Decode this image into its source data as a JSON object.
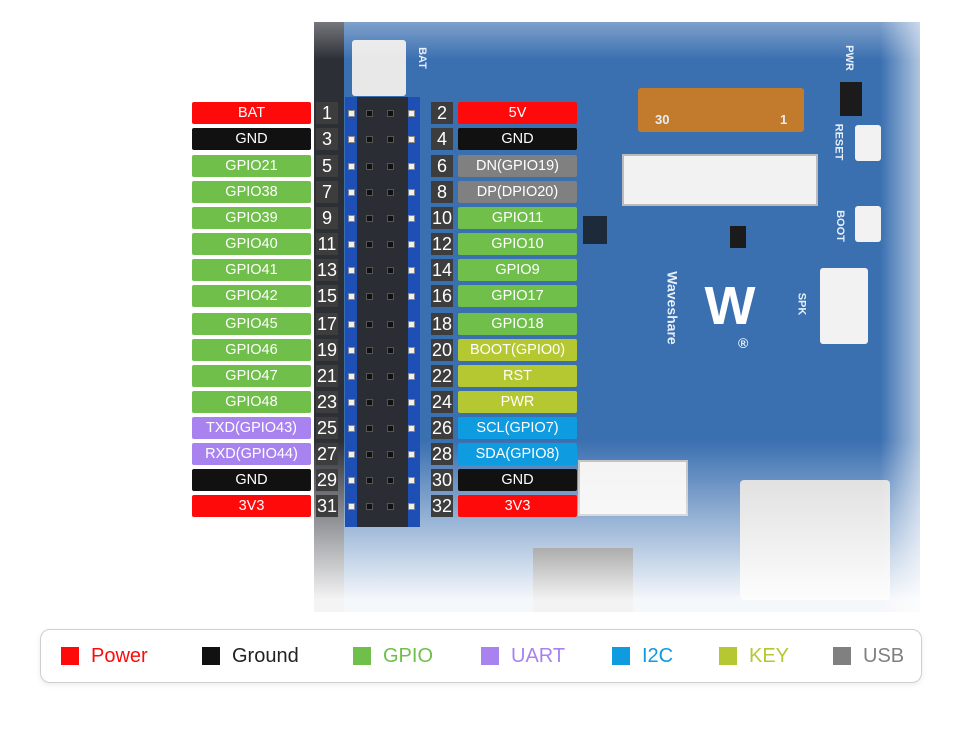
{
  "colors": {
    "power": "#ff0a0a",
    "ground": "#111111",
    "gpio": "#6fbf4a",
    "uart": "#a883f0",
    "i2c": "#0e9be0",
    "key": "#b5c832",
    "usb": "#808080"
  },
  "board": {
    "bat_label": "BAT",
    "pwr_label": "PWR",
    "reset_label": "RESET",
    "boot_label": "BOOT",
    "spk_label": "SPK",
    "brand": "Waveshare",
    "fpc_left": "30",
    "fpc_right": "1",
    "logo_mark": "®"
  },
  "pins": [
    {
      "num": "1",
      "label": "BAT",
      "type": "power",
      "side": "left"
    },
    {
      "num": "2",
      "label": "5V",
      "type": "power",
      "side": "right"
    },
    {
      "num": "3",
      "label": "GND",
      "type": "ground",
      "side": "left"
    },
    {
      "num": "4",
      "label": "GND",
      "type": "ground",
      "side": "right"
    },
    {
      "num": "5",
      "label": "GPIO21",
      "type": "gpio",
      "side": "left"
    },
    {
      "num": "6",
      "label": "DN(GPIO19)",
      "type": "usb",
      "side": "right"
    },
    {
      "num": "7",
      "label": "GPIO38",
      "type": "gpio",
      "side": "left"
    },
    {
      "num": "8",
      "label": "DP(DPIO20)",
      "type": "usb",
      "side": "right"
    },
    {
      "num": "9",
      "label": "GPIO39",
      "type": "gpio",
      "side": "left"
    },
    {
      "num": "10",
      "label": "GPIO11",
      "type": "gpio",
      "side": "right"
    },
    {
      "num": "11",
      "label": "GPIO40",
      "type": "gpio",
      "side": "left"
    },
    {
      "num": "12",
      "label": "GPIO10",
      "type": "gpio",
      "side": "right"
    },
    {
      "num": "13",
      "label": "GPIO41",
      "type": "gpio",
      "side": "left"
    },
    {
      "num": "14",
      "label": "GPIO9",
      "type": "gpio",
      "side": "right"
    },
    {
      "num": "15",
      "label": "GPIO42",
      "type": "gpio",
      "side": "left"
    },
    {
      "num": "16",
      "label": "GPIO17",
      "type": "gpio",
      "side": "right"
    },
    {
      "num": "17",
      "label": "GPIO45",
      "type": "gpio",
      "side": "left"
    },
    {
      "num": "18",
      "label": "GPIO18",
      "type": "gpio",
      "side": "right"
    },
    {
      "num": "19",
      "label": "GPIO46",
      "type": "gpio",
      "side": "left"
    },
    {
      "num": "20",
      "label": "BOOT(GPIO0)",
      "type": "key",
      "side": "right"
    },
    {
      "num": "21",
      "label": "GPIO47",
      "type": "gpio",
      "side": "left"
    },
    {
      "num": "22",
      "label": "RST",
      "type": "key",
      "side": "right"
    },
    {
      "num": "23",
      "label": "GPIO48",
      "type": "gpio",
      "side": "left"
    },
    {
      "num": "24",
      "label": "PWR",
      "type": "key",
      "side": "right"
    },
    {
      "num": "25",
      "label": "TXD(GPIO43)",
      "type": "uart",
      "side": "left"
    },
    {
      "num": "26",
      "label": "SCL(GPIO7)",
      "type": "i2c",
      "side": "right"
    },
    {
      "num": "27",
      "label": "RXD(GPIO44)",
      "type": "uart",
      "side": "left"
    },
    {
      "num": "28",
      "label": "SDA(GPIO8)",
      "type": "i2c",
      "side": "right"
    },
    {
      "num": "29",
      "label": "GND",
      "type": "ground",
      "side": "left"
    },
    {
      "num": "30",
      "label": "GND",
      "type": "ground",
      "side": "right"
    },
    {
      "num": "31",
      "label": "3V3",
      "type": "power",
      "side": "left"
    },
    {
      "num": "32",
      "label": "3V3",
      "type": "power",
      "side": "right"
    }
  ],
  "legend": [
    {
      "label": "Power",
      "type": "power"
    },
    {
      "label": "Ground",
      "type": "ground"
    },
    {
      "label": "GPIO",
      "type": "gpio"
    },
    {
      "label": "UART",
      "type": "uart"
    },
    {
      "label": "I2C",
      "type": "i2c"
    },
    {
      "label": "KEY",
      "type": "key"
    },
    {
      "label": "USB",
      "type": "usb"
    }
  ]
}
